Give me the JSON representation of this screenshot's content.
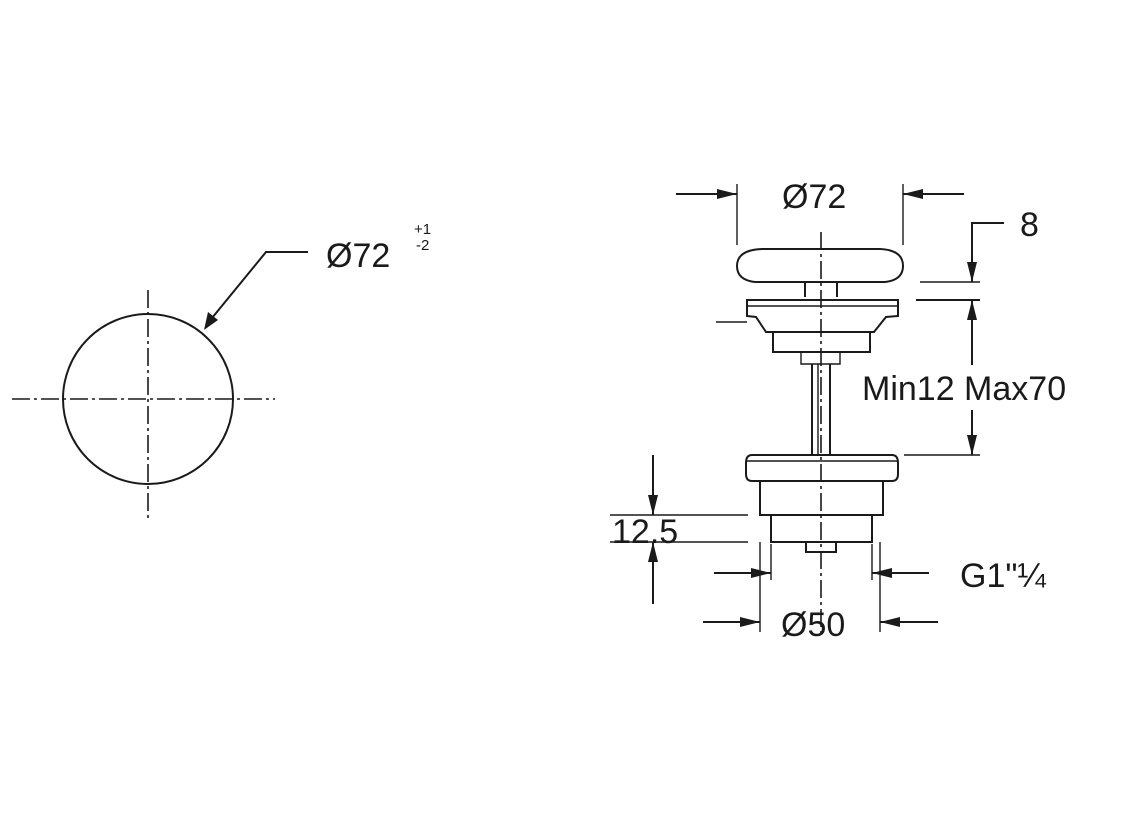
{
  "top_view": {
    "diameter_label": "Ø72",
    "tolerance_upper": "+1",
    "tolerance_lower": "-2"
  },
  "side_view": {
    "cap_diameter_label": "Ø72",
    "cap_height_label": "8",
    "thickness_range_label": "Min12 Max70",
    "lower_height_label": "12.5",
    "thread_label": "G1\"¼",
    "body_diameter_label": "Ø50"
  }
}
